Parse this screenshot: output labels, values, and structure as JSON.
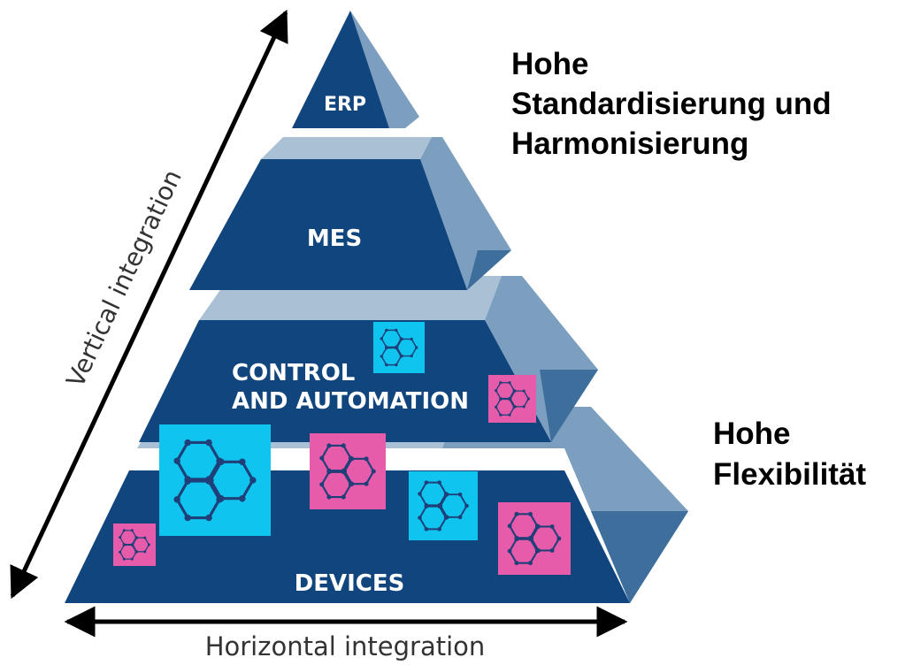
{
  "pyramid": {
    "levels": [
      {
        "id": "erp",
        "label": "ERP"
      },
      {
        "id": "mes",
        "label": "MES"
      },
      {
        "id": "control",
        "label_lines": [
          "CONTROL",
          "AND AUTOMATION"
        ]
      },
      {
        "id": "devices",
        "label": "DEVICES"
      }
    ]
  },
  "axes": {
    "vertical": "Vertical integration",
    "horizontal": "Horizontal integration"
  },
  "annotations": {
    "top_lines": [
      "Hohe",
      "Standardisierung und",
      "Harmonisierung"
    ],
    "bottom_lines": [
      "Hohe",
      "Flexibilität"
    ]
  },
  "colors": {
    "front": "#11457e",
    "top_face": "#aac0d4",
    "side_face": "#7c9fc0",
    "side_dark": "#3d6e9c",
    "cyan": "#10c4f0",
    "magenta": "#e65baa",
    "hex_stroke": "#1e3f78"
  },
  "icons": [
    {
      "name": "hexagon-cluster-icon",
      "color": "cyan"
    },
    {
      "name": "hexagon-cluster-icon",
      "color": "magenta"
    },
    {
      "name": "hexagon-cluster-icon",
      "color": "cyan"
    },
    {
      "name": "hexagon-cluster-icon",
      "color": "magenta"
    },
    {
      "name": "hexagon-cluster-icon",
      "color": "cyan"
    },
    {
      "name": "hexagon-cluster-icon",
      "color": "magenta"
    },
    {
      "name": "hexagon-cluster-icon",
      "color": "magenta"
    }
  ]
}
